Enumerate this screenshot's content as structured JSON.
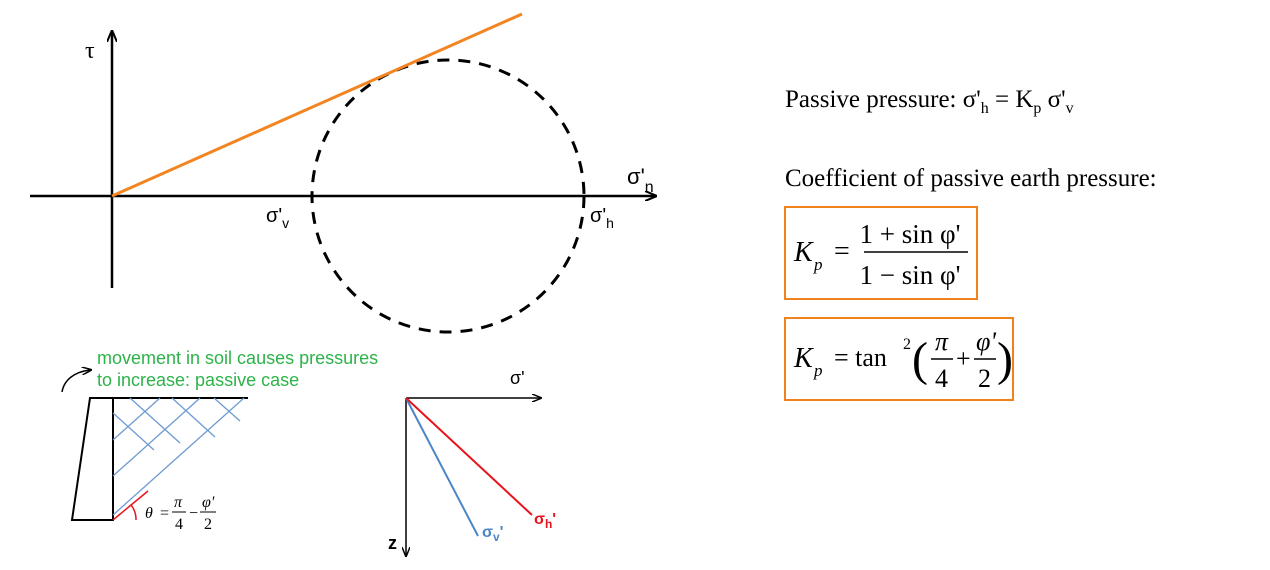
{
  "mohr_plot": {
    "tau_label": "τ",
    "sigma_n_label": "σ'",
    "sigma_n_sub": "n",
    "sigma_v_label": "σ'",
    "sigma_v_sub": "v",
    "sigma_h_label": "σ'",
    "sigma_h_sub": "h"
  },
  "wall_sketch": {
    "annotation_line1": "movement in soil causes pressures",
    "annotation_line2": "to increase: passive case",
    "theta": "θ",
    "equals": "=",
    "pi": "π",
    "four": "4",
    "minus": "−",
    "phi": "φ'",
    "two": "2"
  },
  "stress_axes": {
    "sigma_label": "σ'",
    "z_label": "z",
    "sigma_v_label": "σ",
    "sigma_v_sub": "v",
    "sigma_v_tail": "'",
    "sigma_h_label": "σ",
    "sigma_h_sub": "h",
    "sigma_h_tail": "'"
  },
  "text": {
    "passive_prefix": "Passive pressure: σ'",
    "passive_h_sub": "h",
    "passive_mid": " = K",
    "passive_p_sub": "p",
    "passive_sig": " σ'",
    "passive_v_sub": "v",
    "coefficient_title": "Coefficient of passive earth pressure:"
  },
  "formula1": {
    "K": "K",
    "p": "p",
    "eq": "=",
    "num": "1 + sin φ'",
    "den": "1 − sin φ'"
  },
  "formula2": {
    "K": "K",
    "p": "p",
    "eq": "= tan",
    "sq": "2",
    "lparen": "(",
    "pi": "π",
    "four": "4",
    "plus": "+",
    "phi": "φ'",
    "two": "2",
    "rparen": ")"
  },
  "colors": {
    "envelope": "#f28522",
    "box_border": "#f0821e",
    "annotation_green": "#2db34a",
    "sigma_v_blue": "#4a86c8",
    "sigma_h_red": "#e8141c",
    "grid_blue": "#6d9bd1"
  }
}
